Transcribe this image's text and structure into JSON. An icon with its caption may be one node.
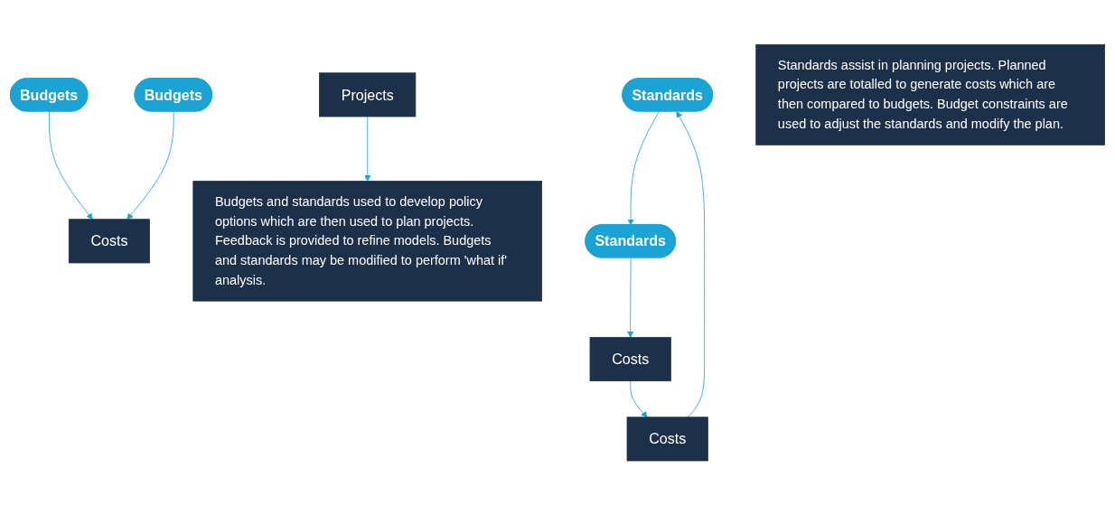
{
  "diagram": {
    "nodes": [
      {
        "text": [
          "Budgets"
        ]
      },
      {
        "text": [
          "Budgets"
        ]
      },
      {
        "text": [
          "Costs"
        ]
      },
      {
        "text": [
          "Projects"
        ]
      },
      {
        "text": [
          "Budgets and standards used to develop policy options which are then used to plan projects. Feedback is provided to refine models. Budgets and standards may be modified to perform 'what if' analysis."
        ]
      },
      {
        "text": [
          "Standards"
        ]
      },
      {
        "text": [
          "Standards"
        ]
      },
      {
        "text": [
          "Costs"
        ]
      },
      {
        "text": [
          "Costs"
        ]
      },
      {
        "text": [
          "Standards assist in planning projects. Planned projects are totalled to generate costs which are then compared to budgets. Budget constraints are used to adjust the standards and modify the plan."
        ]
      }
    ],
    "edges": [
      {
        "from": 0,
        "to": 2,
        "arrow": "to"
      },
      {
        "from": 1,
        "to": 2,
        "arrow": "to"
      },
      {
        "from": 3,
        "to": 4,
        "arrow": "to"
      },
      {
        "from": 5,
        "to": 6,
        "arrow": "to"
      },
      {
        "from": 6,
        "to": 8,
        "arrow": "to"
      },
      {
        "from": 8,
        "to": 7,
        "arrow": "to"
      },
      {
        "from": 7,
        "to": 5,
        "arrow": "to"
      }
    ]
  }
}
